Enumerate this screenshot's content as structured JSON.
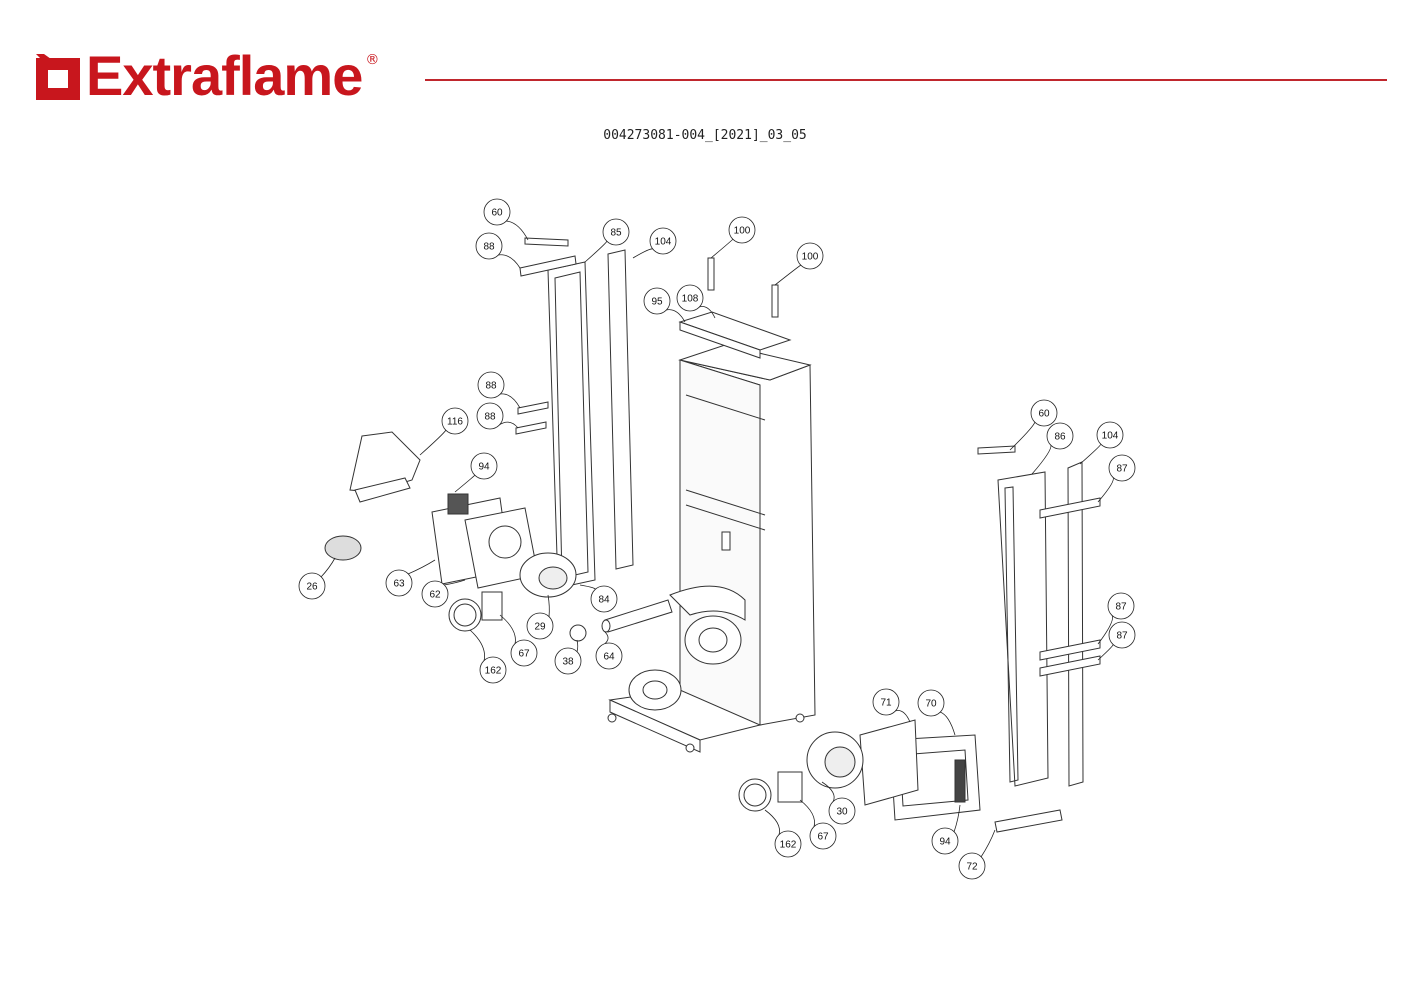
{
  "brand": {
    "name": "Extraflame",
    "registered_mark": "®",
    "color": "#c8161d"
  },
  "document_id": "004273081-004_[2021]_03_05",
  "callouts": [
    "60",
    "88",
    "85",
    "104",
    "100",
    "100",
    "95",
    "108",
    "88",
    "88",
    "116",
    "94",
    "26",
    "63",
    "62",
    "84",
    "29",
    "67",
    "38",
    "64",
    "162",
    "60",
    "86",
    "104",
    "87",
    "87",
    "87",
    "71",
    "70",
    "30",
    "67",
    "162",
    "94",
    "72"
  ]
}
